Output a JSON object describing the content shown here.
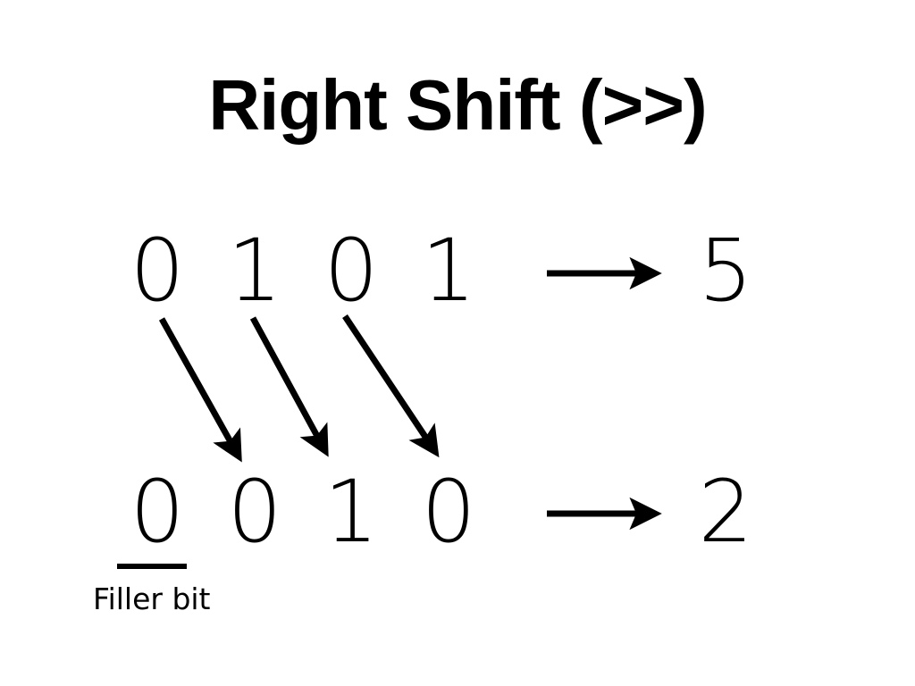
{
  "title": "Right Shift (>>)",
  "background_color": "#ffffff",
  "ink_color": "#000000",
  "diagram": {
    "top_row": {
      "bits": [
        "0",
        "1",
        "0",
        "1"
      ],
      "result": "5"
    },
    "bottom_row": {
      "bits": [
        "0",
        "0",
        "1",
        "0"
      ],
      "result": "2"
    },
    "annotation": {
      "filler_label": "Filler bit",
      "filler_bit_index": 0
    },
    "shift_arrows": [
      {
        "from_bit_index": 0,
        "to_bit_index": 1
      },
      {
        "from_bit_index": 1,
        "to_bit_index": 2
      },
      {
        "from_bit_index": 2,
        "to_bit_index": 3
      }
    ]
  },
  "chart_data": {
    "type": "diagram",
    "title": "Right Shift (>>)",
    "operation": ">>",
    "input_bits": "0101",
    "input_value": "5",
    "output_bits": "0010",
    "output_value": "2",
    "filler_bit": "0",
    "filler_note": "Filler bit"
  }
}
